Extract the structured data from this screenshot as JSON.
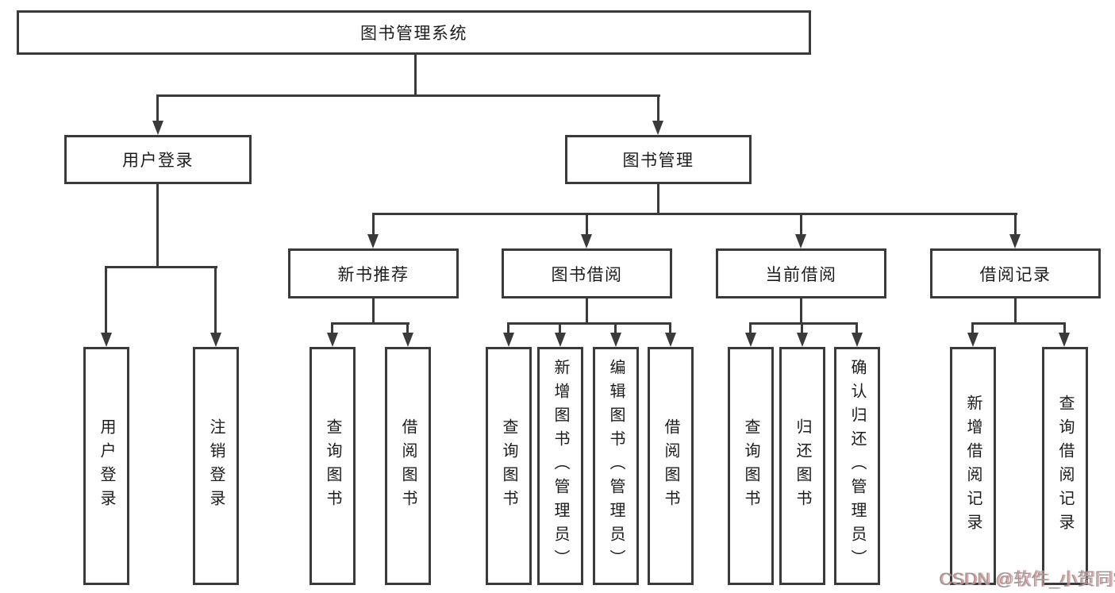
{
  "tree": {
    "label": "图书管理系统",
    "children": [
      {
        "label": "用户登录",
        "children": [
          {
            "label": "用户登录"
          },
          {
            "label": "注销登录"
          }
        ]
      },
      {
        "label": "图书管理",
        "children": [
          {
            "label": "新书推荐",
            "children": [
              {
                "label": "查询图书"
              },
              {
                "label": "借阅图书"
              }
            ]
          },
          {
            "label": "图书借阅",
            "children": [
              {
                "label": "查询图书"
              },
              {
                "label": "新增图书（管理员）"
              },
              {
                "label": "编辑图书（管理员）"
              },
              {
                "label": "借阅图书"
              }
            ]
          },
          {
            "label": "当前借阅",
            "children": [
              {
                "label": "查询图书"
              },
              {
                "label": "归还图书"
              },
              {
                "label": "确认归还（管理员）"
              }
            ]
          },
          {
            "label": "借阅记录",
            "children": [
              {
                "label": "新增借阅记录"
              },
              {
                "label": "查询借阅记录"
              }
            ]
          }
        ]
      }
    ]
  },
  "watermark": {
    "text": "CSDN @软件_小贺同学"
  },
  "colors": {
    "line": "#3a3a3a",
    "text": "#1c1c1c",
    "background": "#ffffff",
    "watermark_gray": "#9a9a9a",
    "watermark_red": "#e88686"
  }
}
